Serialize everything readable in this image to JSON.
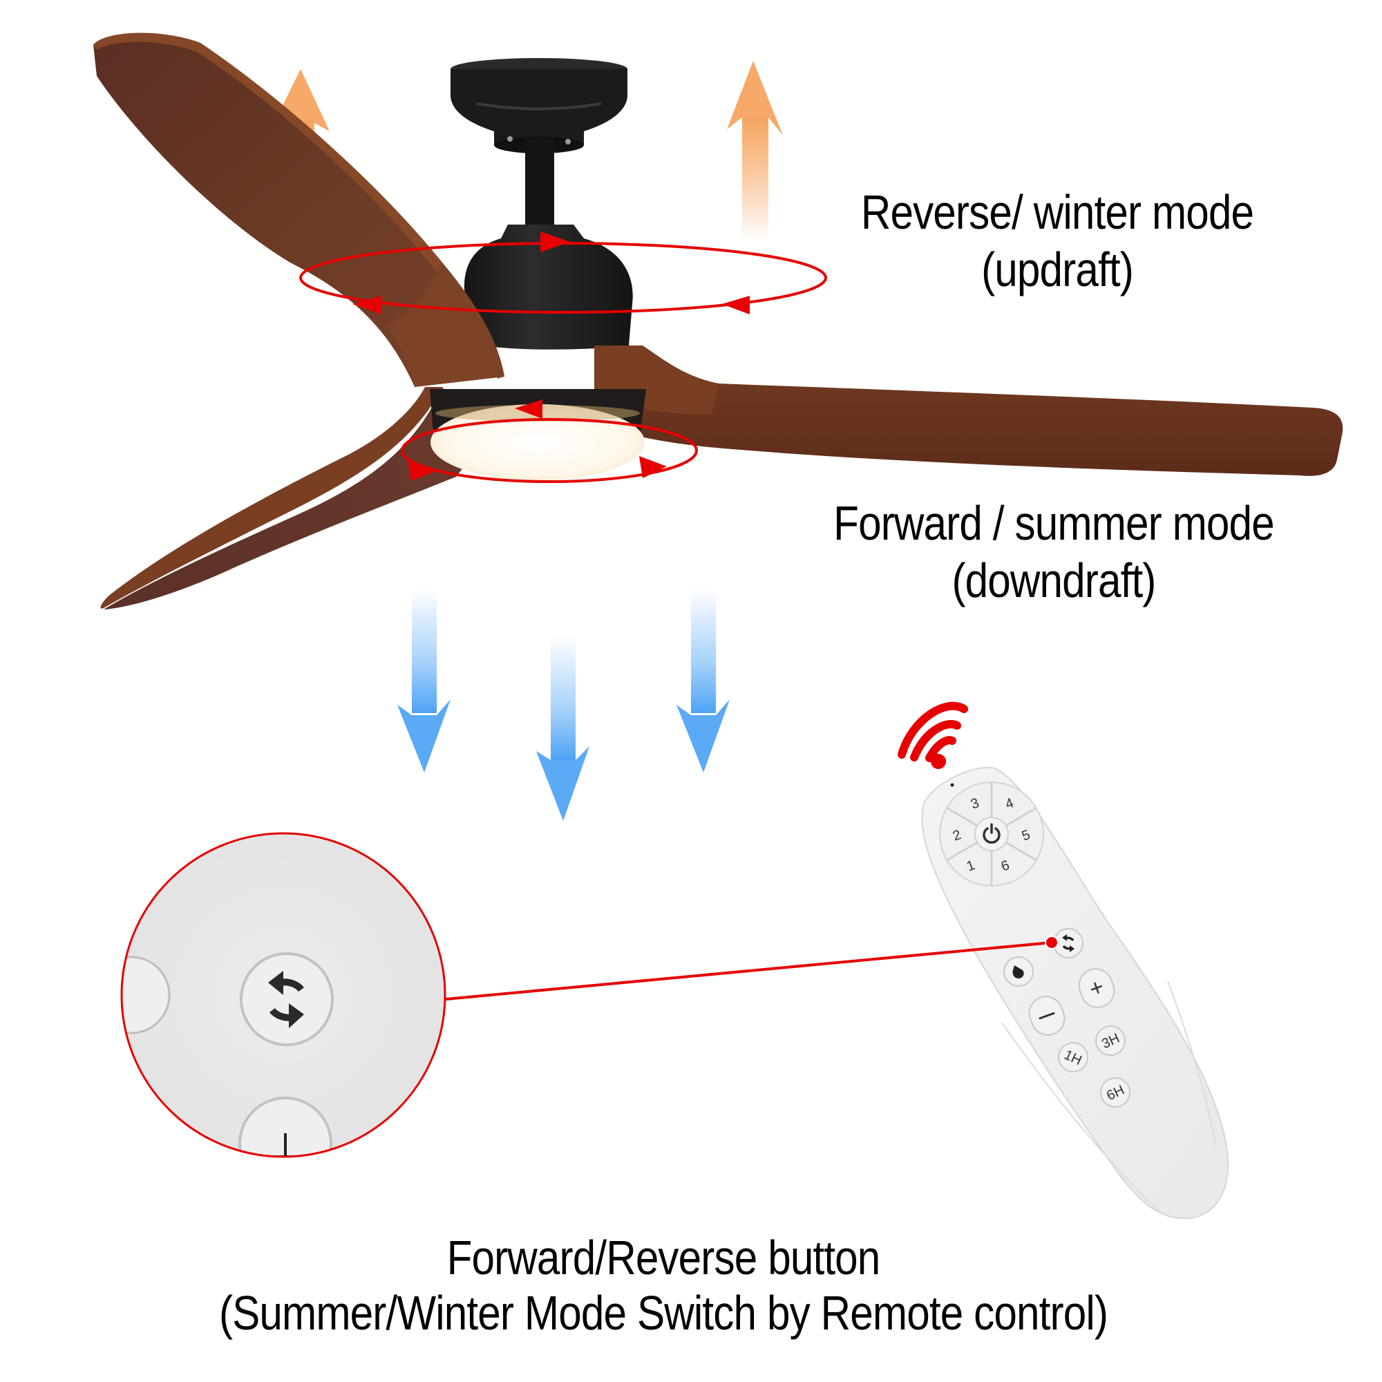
{
  "captions": {
    "winter_mode": {
      "line1": "Reverse/ winter mode",
      "line2": "(updraft)"
    },
    "summer_mode": {
      "line1": "Forward / summer mode",
      "line2": "(downdraft)"
    },
    "bottom": {
      "line1": "Forward/Reverse button",
      "line2": "(Summer/Winter Mode Switch by Remote control)"
    }
  },
  "fan": {
    "blade_count": 3,
    "blade_color": "#6b3a22",
    "blade_edge_color": "#8a4a28",
    "housing_color": "#1e1e1e",
    "light_color": "#fff6e8"
  },
  "airflow": {
    "updraft_arrow_color": "#f6a460",
    "downdraft_arrow_color": "#4ea3f5",
    "rotation_indicator_color": "#e60000"
  },
  "remote": {
    "speed_buttons": [
      "1",
      "2",
      "3",
      "4",
      "5",
      "6"
    ],
    "power_icon": "power-icon",
    "reverse_icon": "reverse-rotation-icon",
    "light_icon": "light-bulb-icon",
    "plus_label": "+",
    "minus_label": "−",
    "timer_buttons": [
      "1H",
      "3H",
      "6H"
    ],
    "signal_icon": "wireless-signal-icon"
  },
  "magnifier": {
    "focus": "reverse-button",
    "border_color": "#e60000"
  }
}
